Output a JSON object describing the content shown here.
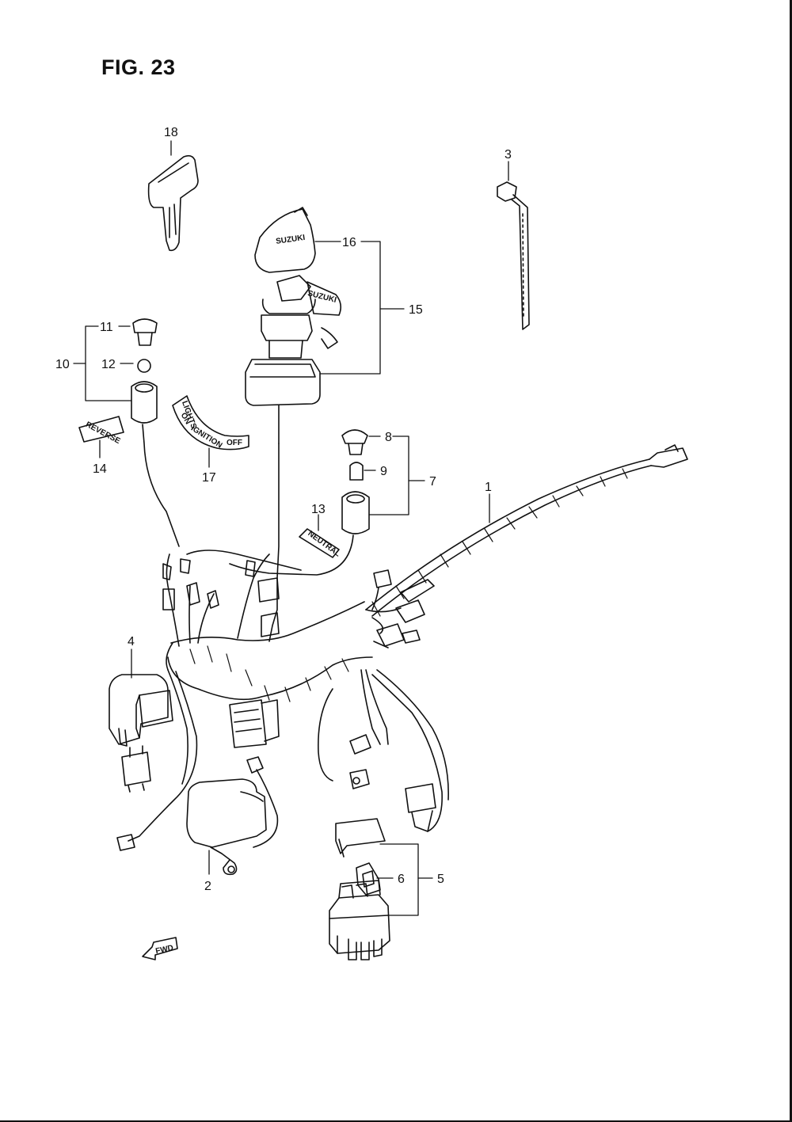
{
  "figure_title": "FIG. 23",
  "callouts": {
    "c1": "1",
    "c2": "2",
    "c3": "3",
    "c4": "4",
    "c5": "5",
    "c6": "6",
    "c7": "7",
    "c8": "8",
    "c9": "9",
    "c10": "10",
    "c11": "11",
    "c12": "12",
    "c13": "13",
    "c14": "14",
    "c15": "15",
    "c16": "16",
    "c17": "17",
    "c18": "18"
  },
  "part_lettering": {
    "cap_brand": "SUZUKI",
    "key_brand": "SUZUKI",
    "reverse_plate": "REVERSE",
    "neutral_plate": "NEUTRAL",
    "ignition_plate_off": "OFF",
    "ignition_plate_ignition": "IGNITION",
    "ignition_plate_on": "ON",
    "ignition_plate_lights": "LIGHTS",
    "fwd_arrow": "FWD"
  }
}
